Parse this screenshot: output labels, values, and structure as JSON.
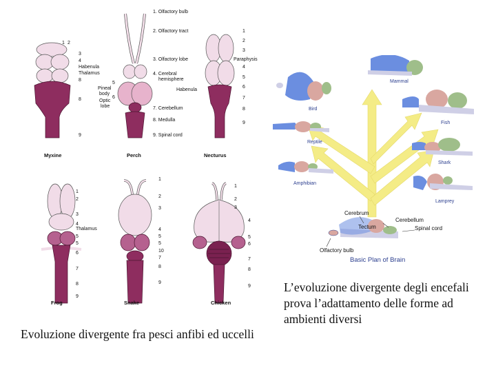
{
  "left_figure": {
    "perch_labels": [
      "1. Olfactory bulb",
      "2. Olfactory tract",
      "3. Olfactory lobe",
      "4. Cerebral",
      "hemisphere",
      "5",
      "6",
      "7. Cerebellum",
      "8. Medulla",
      "9. Spinal cord"
    ],
    "perch_extra": [
      "Pineal",
      "body",
      "Optic",
      "lobe",
      "Habenula"
    ],
    "myxine_labels": [
      "1",
      "2",
      "3",
      "4",
      "Habenula",
      "Thalamus",
      "8",
      "8",
      "9"
    ],
    "necturus_labels": [
      "1",
      "2",
      "3",
      "Paraphysis",
      "4",
      "5",
      "6",
      "7",
      "8",
      "9"
    ],
    "frog_labels": [
      "1",
      "2",
      "3",
      "4",
      "Thalamus",
      "5",
      "5",
      "6",
      "7",
      "8",
      "9"
    ],
    "snake_labels": [
      "1",
      "2",
      "3",
      "4",
      "5",
      "5",
      "10",
      "7",
      "8",
      "9"
    ],
    "chicken_labels": [
      "1",
      "2",
      "3",
      "4",
      "5",
      "6",
      "7",
      "8",
      "9"
    ],
    "animal_names": [
      "Myxine",
      "Perch",
      "Necturus",
      "Frog",
      "Snake",
      "Chicken"
    ]
  },
  "right_figure": {
    "animal_labels": [
      "Mammal",
      "Bird",
      "Fish",
      "Reptile",
      "Shark",
      "Amphibian",
      "Lamprey"
    ],
    "basic_plan_labels": [
      "Cerebrum",
      "Cerebellum",
      "Tectum",
      "Spinal cord",
      "Olfactory bulb"
    ],
    "basic_plan_title": "Basic Plan of Brain",
    "colors": {
      "cerebrum": "#6b8ee0",
      "tectum": "#d9a7a0",
      "cerebellum": "#9fbe8a",
      "spinal": "#cfcfe6",
      "arrow": "#f4ec86"
    }
  },
  "captions": {
    "left": "Evoluzione divergente fra pesci anfibi ed uccelli",
    "right": "L’evoluzione divergente degli encefali prova l’adattamento delle forme  ad ambienti diversi"
  }
}
